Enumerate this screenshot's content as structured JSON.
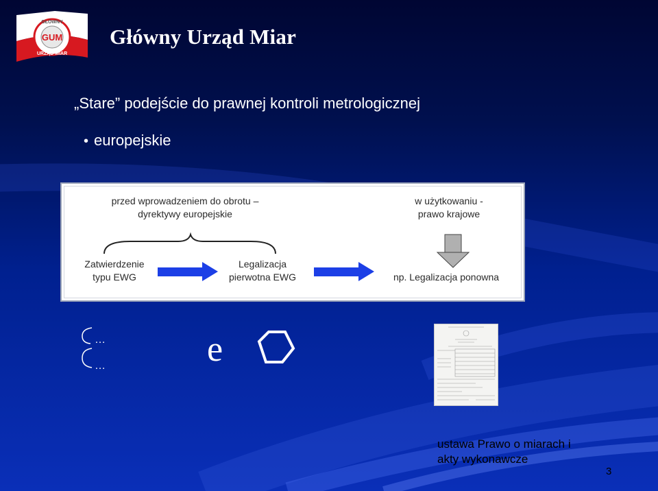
{
  "header": {
    "org_title": "Główny Urząd Miar",
    "logo_text": "GŁÓWNY URZĄD MIAR GUM"
  },
  "content": {
    "subtitle": "„Stare” podejście do prawnej kontroli metrologicznej",
    "bullet": "europejskie"
  },
  "diagram": {
    "header_left_line1": "przed wprowadzeniem do obrotu –",
    "header_left_line2": "dyrektywy europejskie",
    "header_right_line1": "w użytkowaniu -",
    "header_right_line2": "prawo krajowe",
    "step1_line1": "Zatwierdzenie",
    "step1_line2": "typu EWG",
    "step2_line1": "Legalizacja",
    "step2_line2": "pierwotna EWG",
    "step3": "np. Legalizacja ponowna",
    "arrow_color": "#1c3fe6"
  },
  "symbols": {
    "epsilon_marks": "…",
    "e_mark": "e"
  },
  "caption": {
    "line1": "ustawa Prawo o miarach i",
    "line2": "akty wykonawcze"
  },
  "page_number": "3",
  "colors": {
    "background_top": "#000633",
    "background_bottom": "#0a2fb8",
    "logo_red": "#d71920",
    "text": "#ffffff"
  }
}
